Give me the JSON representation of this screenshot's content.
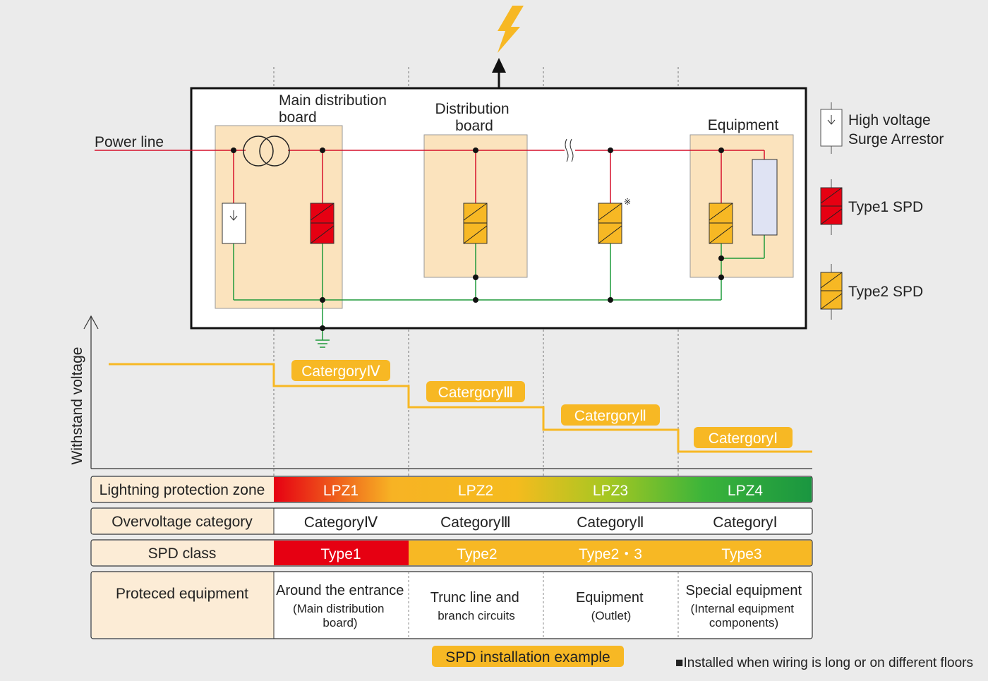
{
  "diagram": {
    "power_line_label": "Power line",
    "boards": {
      "main_line1": "Main distribution",
      "main_line2": "board",
      "dist_line1": "Distribution",
      "dist_line2": "board",
      "equipment": "Equipment"
    },
    "note_mark": "※",
    "colors": {
      "panel_fill": "#fbe3bd",
      "phase_line": "#d6102a",
      "earth_line": "#1e9a3a",
      "type1": "#e60012",
      "type2": "#f7b824",
      "equipment_fill": "#dfe3f3"
    }
  },
  "legend": {
    "hv_arrestor_line1": "High voltage",
    "hv_arrestor_line2": "Surge Arrestor",
    "type1": "Type1 SPD",
    "type2": "Type2 SPD"
  },
  "withstand": {
    "axis_label": "Withstand voltage",
    "categories": [
      "CatergoryⅣ",
      "CatergoryⅢ",
      "CatergoryⅡ",
      "CatergoryⅠ"
    ],
    "badge_color": "#f7b824"
  },
  "table": {
    "rows": [
      {
        "label": "Lightning protection zone",
        "cells": [
          "LPZ1",
          "LPZ2",
          "LPZ3",
          "LPZ4"
        ]
      },
      {
        "label": "Overvoltage category",
        "cells": [
          "CategoryⅣ",
          "CategoryⅢ",
          "CategoryⅡ",
          "CategoryⅠ"
        ]
      },
      {
        "label": "SPD class",
        "cells": [
          "Type1",
          "Type2",
          "Type2・3",
          "Type3"
        ]
      },
      {
        "label": "Proteced equipment",
        "cells": [
          {
            "main": "Around the entrance",
            "sub1": "(Main distribution",
            "sub2": "board)"
          },
          {
            "main": "Trunc line and",
            "sub1": "branch circuits",
            "sub2": ""
          },
          {
            "main": "Equipment",
            "sub1": "(Outlet)",
            "sub2": ""
          },
          {
            "main": "Special equipment",
            "sub1": "(Internal equipment",
            "sub2": "components)"
          }
        ]
      }
    ]
  },
  "footer": {
    "caption": "SPD installation example",
    "note": "■Installed when wiring is long or on different floors"
  }
}
